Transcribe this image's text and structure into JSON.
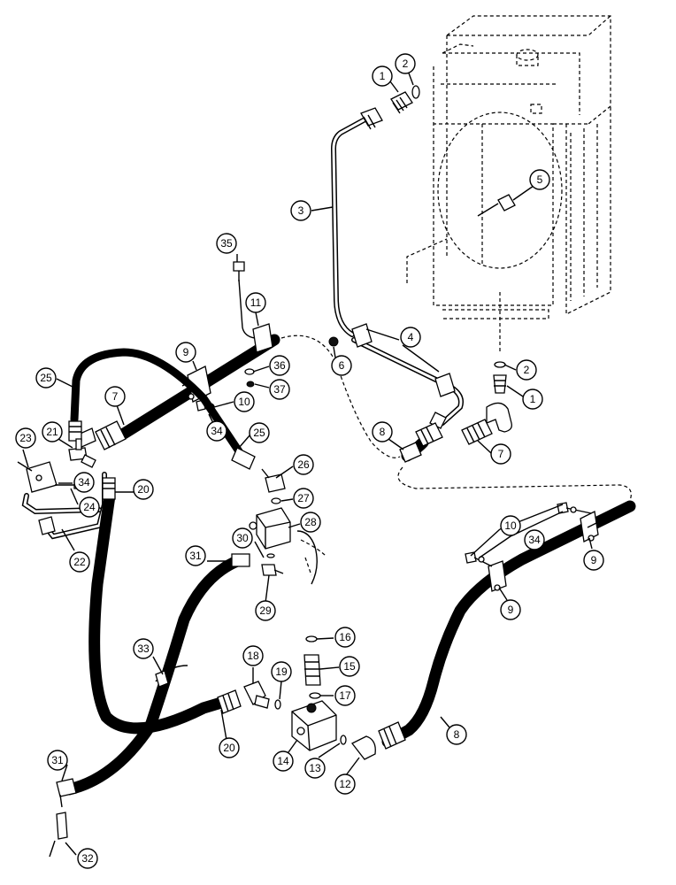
{
  "callouts": {
    "c1a": "1",
    "c2a": "2",
    "c3": "3",
    "c5": "5",
    "c35": "35",
    "c11": "11",
    "c9a": "9",
    "c36": "36",
    "c37": "37",
    "c4": "4",
    "c6": "6",
    "c2b": "2",
    "c1b": "1",
    "c25a": "25",
    "c7a": "7",
    "c10a": "10",
    "c34a": "34",
    "c25b": "25",
    "c8a": "8",
    "c7b": "7",
    "c23": "23",
    "c21": "21",
    "c34b": "34",
    "c24": "24",
    "c20a": "20",
    "c22": "22",
    "c26": "26",
    "c27": "27",
    "c28": "28",
    "c30": "30",
    "c29": "29",
    "c31a": "31",
    "c10b": "10",
    "c34c": "34",
    "c9b": "9",
    "c9c": "9",
    "c33": "33",
    "c18": "18",
    "c19": "19",
    "c16": "16",
    "c15": "15",
    "c17": "17",
    "c20b": "20",
    "c14": "14",
    "c13": "13",
    "c12": "12",
    "c8b": "8",
    "c31b": "31",
    "c32": "32"
  }
}
